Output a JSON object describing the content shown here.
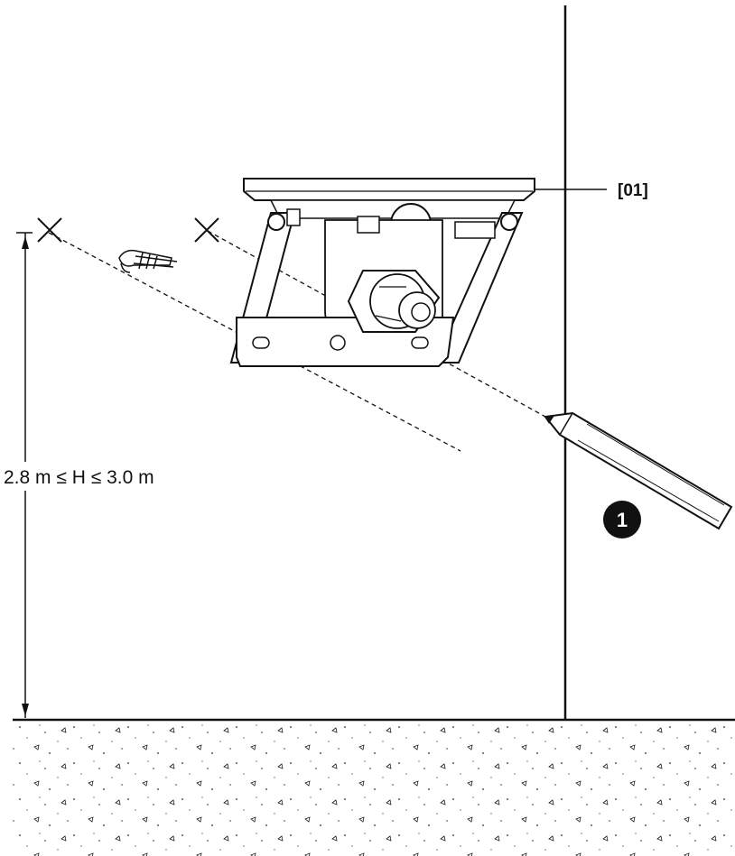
{
  "labels": {
    "part_code": "[01]",
    "height_range": "2.8 m ≤ H ≤ 3.0 m",
    "step_number": "1"
  },
  "colors": {
    "ink": "#111111",
    "background": "#ffffff",
    "badge": "#111111"
  },
  "icons": {
    "marks": [
      "cross-mark-icon",
      "cross-mark-icon"
    ],
    "tool": "pencil-icon",
    "fastener": "wall-plug-icon"
  }
}
